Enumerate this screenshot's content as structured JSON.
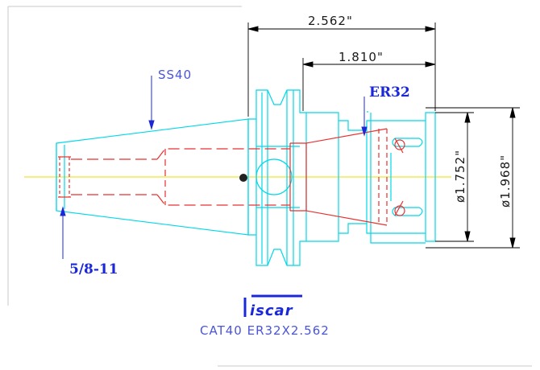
{
  "dimensions": {
    "overall_length": "2.562\"",
    "inner_length": "1.810\"",
    "diameter_inner": "ø1.752\"",
    "diameter_outer": "ø1.968\""
  },
  "labels": {
    "taper": "SS40",
    "collet": "ER32",
    "thread": "5/8-11"
  },
  "logo_text": "iscar",
  "caption": "CAT40 ER32X2.562",
  "colors": {
    "outline": "#00d8e8",
    "hidden": "#e83030",
    "centerline": "#e8e000",
    "dimension": "#000000",
    "annotation": "#1a28d8"
  }
}
